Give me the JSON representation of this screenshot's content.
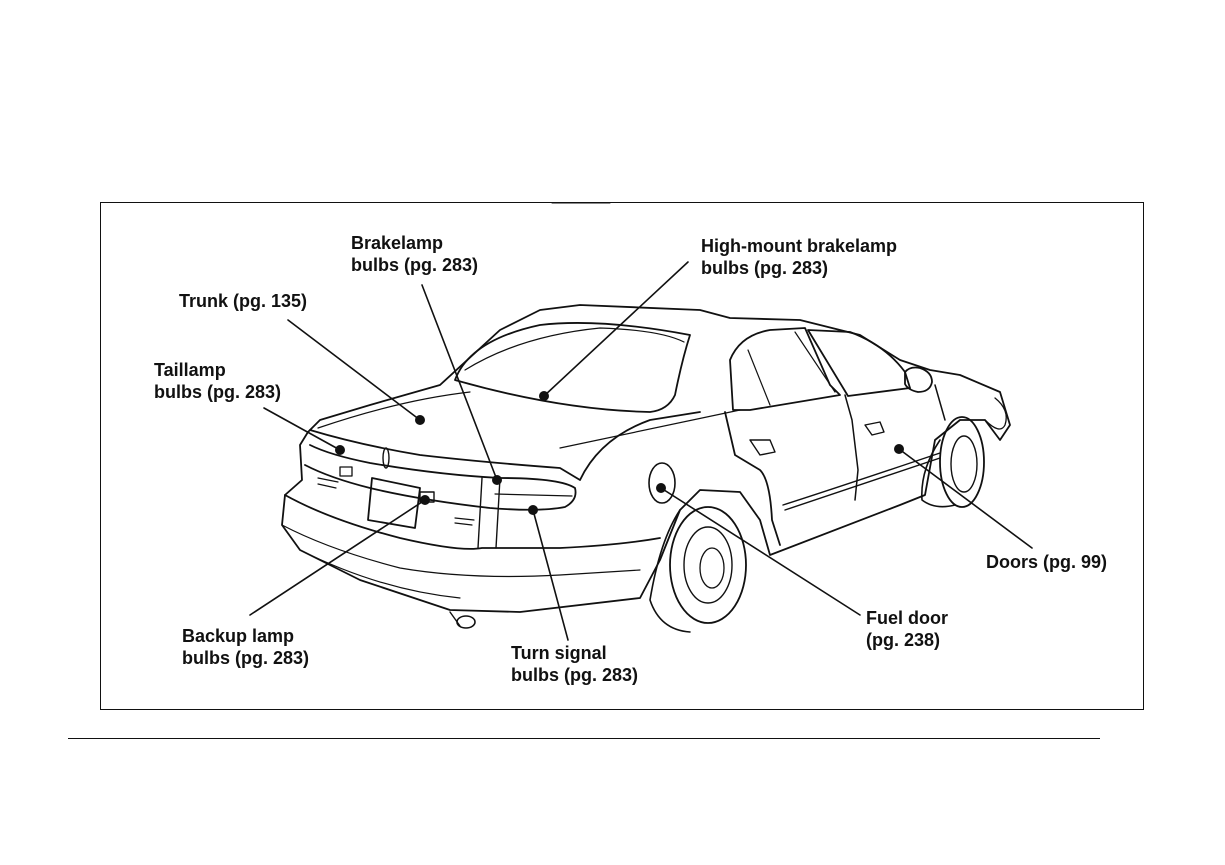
{
  "diagram": {
    "callouts": {
      "brakelamp": {
        "line1": "Brakelamp",
        "line2": "bulbs (pg. 283)"
      },
      "highmount": {
        "line1": "High-mount brakelamp",
        "line2": "bulbs (pg. 283)"
      },
      "trunk": {
        "line1": "Trunk (pg. 135)"
      },
      "taillamp": {
        "line1": "Taillamp",
        "line2": "bulbs (pg. 283)"
      },
      "doors": {
        "line1": "Doors (pg. 99)"
      },
      "fuel": {
        "line1": "Fuel door",
        "line2": "(pg. 238)"
      },
      "backup": {
        "line1": "Backup lamp",
        "line2": "bulbs (pg. 283)"
      },
      "turn": {
        "line1": "Turn signal",
        "line2": "bulbs (pg. 283)"
      }
    }
  }
}
